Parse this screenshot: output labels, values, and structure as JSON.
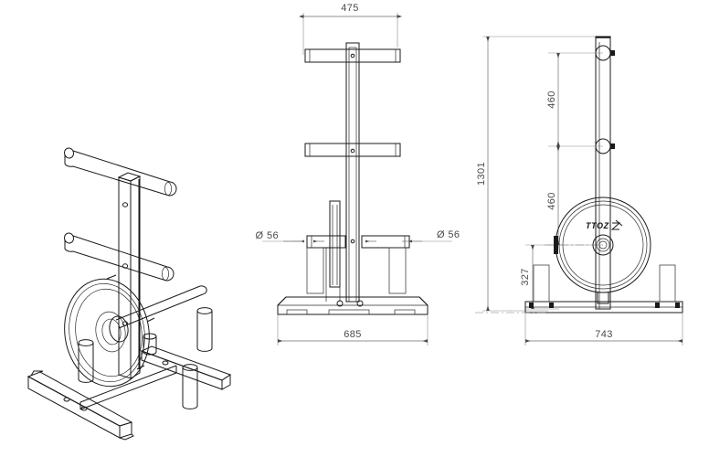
{
  "document": {
    "kind": "engineering-drawing",
    "subject": "Weight plate tree rack",
    "background_color": "#ffffff",
    "line_color": "#1a1a1a",
    "dimension_color": "#4a4a4a",
    "views": [
      {
        "id": "isometric",
        "name": "isometric-view"
      },
      {
        "id": "front",
        "name": "front-view"
      },
      {
        "id": "side",
        "name": "side-view"
      }
    ]
  },
  "front_view": {
    "name": "front-view",
    "dimensions": {
      "top_width": "475",
      "base_width": "685",
      "left_peg_diameter": "Ø 56",
      "right_peg_diameter": "Ø 56"
    }
  },
  "side_view": {
    "name": "side-view",
    "dimensions": {
      "overall_height": "1301",
      "upper_spacing": "460",
      "lower_spacing": "460",
      "plate_height": "327",
      "base_depth": "743"
    },
    "plate": {
      "logo_text": "TTOZ"
    }
  },
  "isometric_view": {
    "name": "isometric-view",
    "components": {
      "upright_post": "upright-post",
      "top_cross_bar": "top-cross-bar",
      "middle_cross_bar": "middle-cross-bar",
      "lower_peg": "lower-peg",
      "weight_plate": "weight-plate",
      "base_frame": "base-frame",
      "base_pegs": "base-pegs"
    }
  }
}
